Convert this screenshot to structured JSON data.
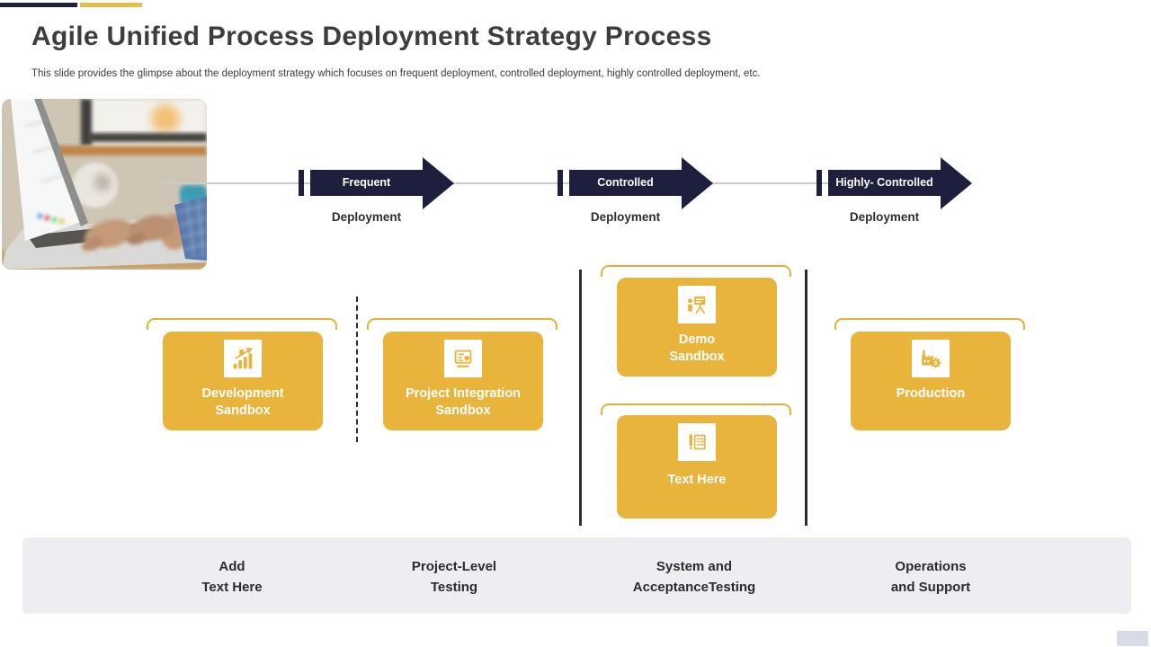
{
  "palette": {
    "navy": "#1E1E3E",
    "yellow_accent": "#E5BD4A",
    "box_yellow": "#E9B43C",
    "bracket_yellow": "#E3B03C",
    "title_text": "#3d3d3d",
    "footer_bar": "#EDEDF2",
    "separator": "#2e2e2e",
    "corner_chip": "#D9DAE7"
  },
  "header": {
    "title": "Agile Unified Process Deployment Strategy Process",
    "subtitle": "This slide provides the glimpse about the deployment strategy which focuses on frequent deployment, controlled deployment, highly controlled deployment, etc."
  },
  "timeline": {
    "stages": [
      {
        "label": "Frequent",
        "sublabel": "Deployment"
      },
      {
        "label": "Controlled",
        "sublabel": "Deployment"
      },
      {
        "label": "Highly- Controlled",
        "sublabel": "Deployment"
      }
    ]
  },
  "columns": {
    "boxes": [
      {
        "line1": "Development",
        "line2": "Sandbox",
        "icon": "growth-chart-icon"
      },
      {
        "line1": "Project Integration",
        "line2": "Sandbox",
        "icon": "integration-board-icon"
      },
      {
        "line1": "Demo",
        "line2": "Sandbox",
        "icon": "presentation-easel-icon"
      },
      {
        "line1": "Text Here",
        "line2": "",
        "icon": "checklist-pen-icon"
      },
      {
        "line1": "Production",
        "line2": "",
        "icon": "factory-gear-icon"
      }
    ]
  },
  "footer": {
    "items": [
      {
        "line1": "Add",
        "line2": "Text Here"
      },
      {
        "line1": "Project-Level",
        "line2": "Testing"
      },
      {
        "line1": "System and",
        "line2": "AcceptanceTesting"
      },
      {
        "line1": "Operations",
        "line2": "and Support"
      }
    ]
  }
}
